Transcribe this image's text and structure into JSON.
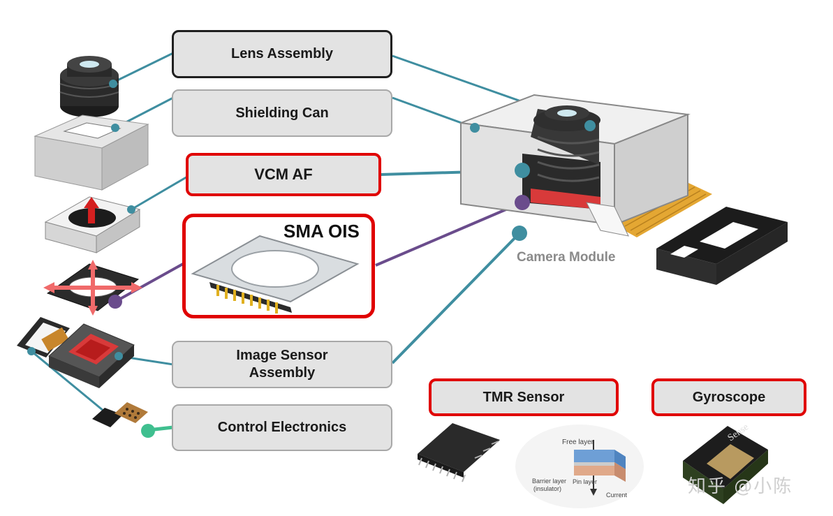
{
  "labels": {
    "lens_assembly": "Lens Assembly",
    "shielding_can": "Shielding Can",
    "vcm_af": "VCM AF",
    "sma_ois": "SMA OIS",
    "image_sensor_assembly": "Image Sensor\nAssembly",
    "control_electronics": "Control Electronics",
    "tmr_sensor": "TMR Sensor",
    "gyroscope": "Gyroscope",
    "camera_module": "Camera Module"
  },
  "tmr_diagram": {
    "free_layer": "Free layer",
    "barrier_layer": "Barrier layer",
    "barrier_sub": "(insulator)",
    "pin_layer": "Pin layer",
    "current": "Current"
  },
  "watermark": "知乎 @小陈",
  "colors": {
    "connector_teal": "#3f8ea0",
    "connector_purple": "#6a4c8c",
    "connector_green": "#3fbf8f",
    "highlight_red": "#e00000"
  }
}
